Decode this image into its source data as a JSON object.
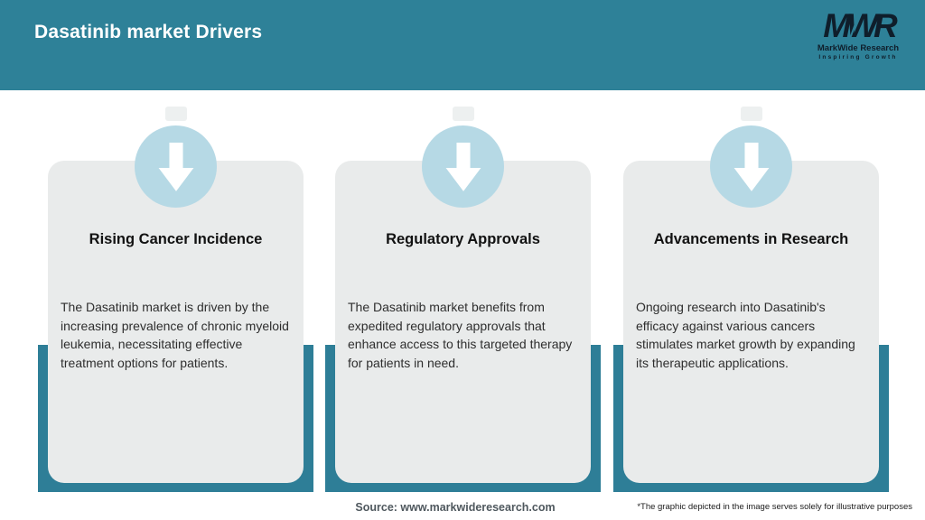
{
  "header": {
    "title": "Dasatinib market Drivers",
    "logo": {
      "monogram": "MWR",
      "name": "MarkWide Research",
      "tagline": "Inspiring Growth"
    }
  },
  "cards": [
    {
      "icon": "down-arrow-icon",
      "title": "Rising Cancer Incidence",
      "body": "The Dasatinib market is driven by the increasing prevalence of chronic myeloid leukemia, necessitating effective treatment options for patients."
    },
    {
      "icon": "down-arrow-icon",
      "title": "Regulatory Approvals",
      "body": "The Dasatinib market benefits from expedited regulatory approvals that enhance access to this targeted therapy for patients in need."
    },
    {
      "icon": "down-arrow-icon",
      "title": "Advancements in Research",
      "body": "Ongoing research into Dasatinib's efficacy against various cancers stimulates market growth by expanding its therapeutic applications."
    }
  ],
  "footer": {
    "source": "Source: www.markwideresearch.com",
    "disclaimer": "*The graphic depicted in the image serves solely for illustrative purposes"
  },
  "colors": {
    "header_bar": "#2E8198",
    "accent_band": "#2E7E97",
    "card_background": "#E9EBEB",
    "icon_circle": "#B6D9E5",
    "logo_navy": "#0F1E2B",
    "title_text": "#FFFFFF"
  }
}
